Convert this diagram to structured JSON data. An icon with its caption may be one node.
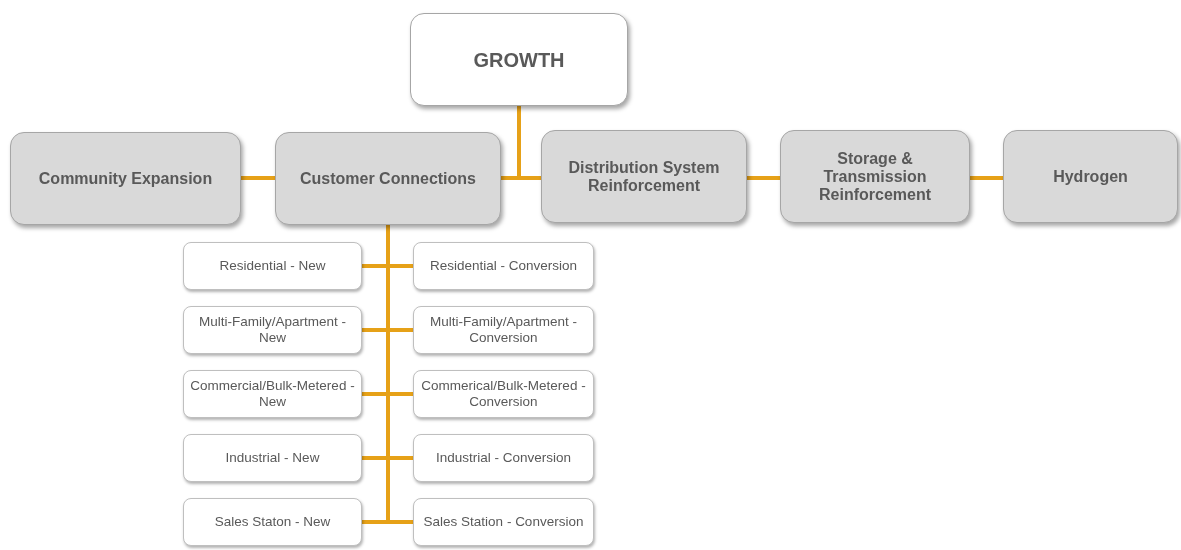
{
  "diagram": {
    "nodes": [
      {
        "text": [
          "GROWTH"
        ]
      },
      {
        "text": [
          "Community Expansion"
        ]
      },
      {
        "text": [
          "Customer Connections"
        ]
      },
      {
        "text": [
          "Distribution System Reinforcement"
        ]
      },
      {
        "text": [
          "Storage & Transmission Reinforcement"
        ]
      },
      {
        "text": [
          "Hydrogen"
        ]
      },
      {
        "text": [
          "Residential - New"
        ]
      },
      {
        "text": [
          "Residential - Conversion"
        ]
      },
      {
        "text": [
          "Multi-Family/Apartment - New"
        ]
      },
      {
        "text": [
          "Multi-Family/Apartment - Conversion"
        ]
      },
      {
        "text": [
          "Commercial/Bulk-Metered - New"
        ]
      },
      {
        "text": [
          "Commerical/Bulk-Metered - Conversion"
        ]
      },
      {
        "text": [
          "Industrial - New"
        ]
      },
      {
        "text": [
          "Industrial - Conversion"
        ]
      },
      {
        "text": [
          "Sales Staton - New"
        ]
      },
      {
        "text": [
          "Sales Station - Conversion"
        ]
      }
    ],
    "edges": [
      {
        "from": 0,
        "to": 2,
        "arrow": "none"
      },
      {
        "from": 0,
        "to": 3,
        "arrow": "none"
      },
      {
        "from": 1,
        "to": 2,
        "arrow": "none"
      },
      {
        "from": 3,
        "to": 4,
        "arrow": "none"
      },
      {
        "from": 4,
        "to": 5,
        "arrow": "none"
      },
      {
        "from": 2,
        "to": 6,
        "arrow": "none"
      },
      {
        "from": 2,
        "to": 7,
        "arrow": "none"
      },
      {
        "from": 2,
        "to": 8,
        "arrow": "none"
      },
      {
        "from": 2,
        "to": 9,
        "arrow": "none"
      },
      {
        "from": 2,
        "to": 10,
        "arrow": "none"
      },
      {
        "from": 2,
        "to": 11,
        "arrow": "none"
      },
      {
        "from": 2,
        "to": 12,
        "arrow": "none"
      },
      {
        "from": 2,
        "to": 13,
        "arrow": "none"
      },
      {
        "from": 2,
        "to": 14,
        "arrow": "none"
      },
      {
        "from": 2,
        "to": 15,
        "arrow": "none"
      }
    ]
  }
}
